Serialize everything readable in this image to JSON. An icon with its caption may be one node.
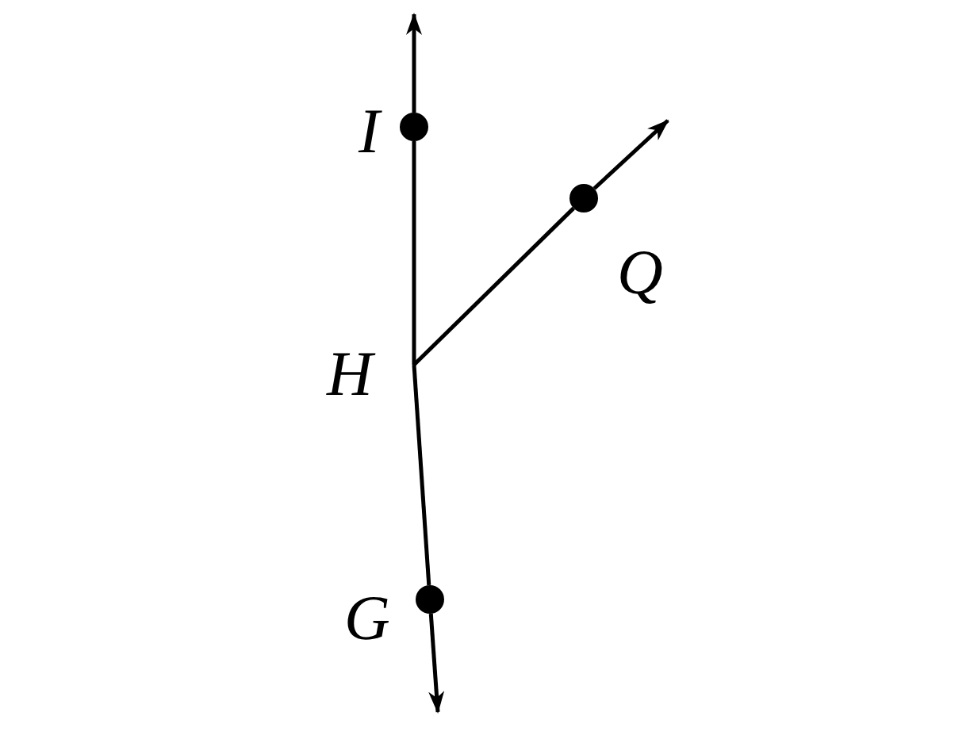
{
  "diagram": {
    "nodes": [
      {
        "text": [
          "I"
        ]
      },
      {
        "text": [
          "Q"
        ]
      },
      {
        "text": [
          "H"
        ]
      },
      {
        "text": [
          "G"
        ]
      }
    ],
    "edges": [
      {
        "from": 2,
        "to": 0,
        "arrow": "none"
      },
      {
        "from": 0,
        "to": null,
        "arrow": "to"
      },
      {
        "from": 2,
        "to": 1,
        "arrow": "none"
      },
      {
        "from": 1,
        "to": null,
        "arrow": "to"
      },
      {
        "from": 2,
        "to": 3,
        "arrow": "none"
      },
      {
        "from": 3,
        "to": null,
        "arrow": "to"
      }
    ]
  }
}
